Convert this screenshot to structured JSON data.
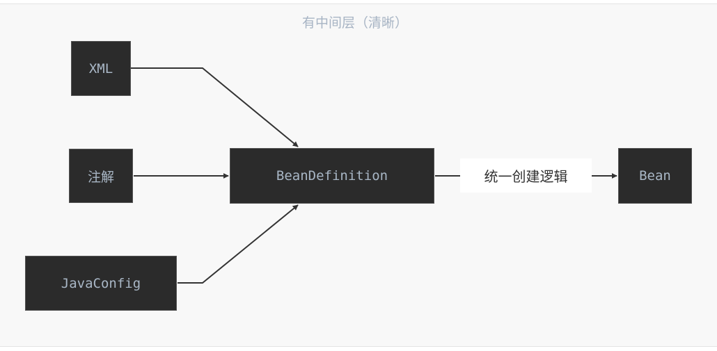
{
  "diagram": {
    "title": "有中间层（清晰）",
    "nodes": {
      "xml": "XML",
      "annotation": "注解",
      "javaconfig": "JavaConfig",
      "beandefinition": "BeanDefinition",
      "bean": "Bean"
    },
    "edge_labels": {
      "beandefinition_to_bean": "统一创建逻辑"
    },
    "colors": {
      "node_fill": "#2b2b2b",
      "node_text": "#a9b7c6",
      "edge": "#333333",
      "title": "#a7b4c4",
      "background": "#f8f8f8"
    }
  }
}
